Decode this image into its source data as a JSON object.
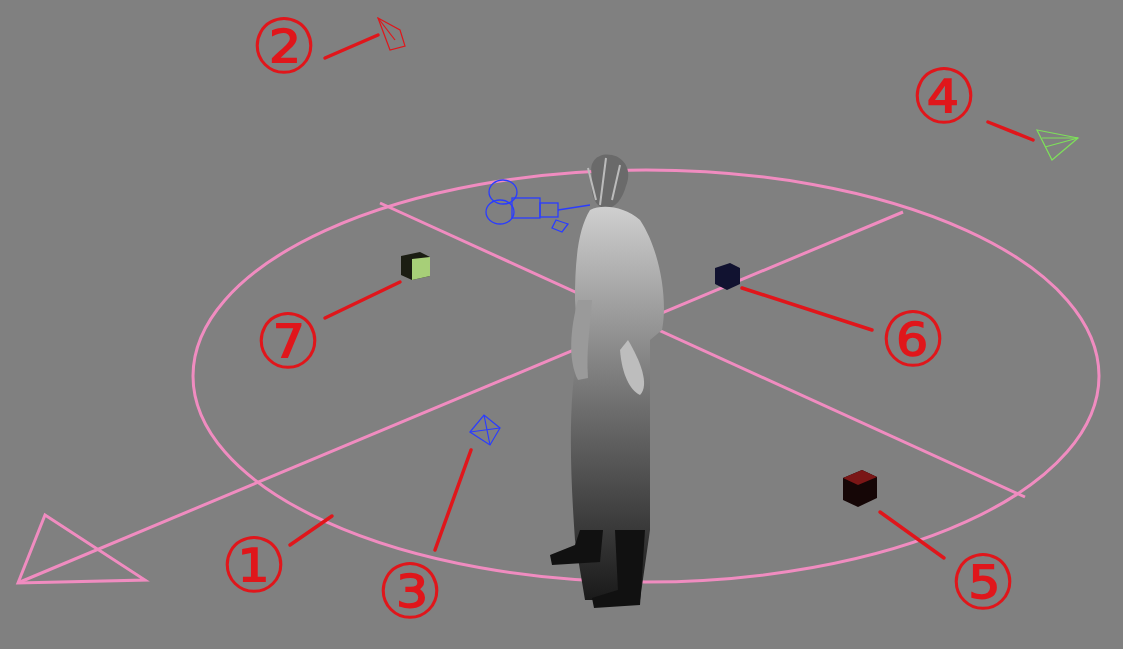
{
  "diagram": {
    "labels": [
      "②",
      "④",
      "⑦",
      "⑥",
      "①",
      "③",
      "⑤"
    ]
  }
}
